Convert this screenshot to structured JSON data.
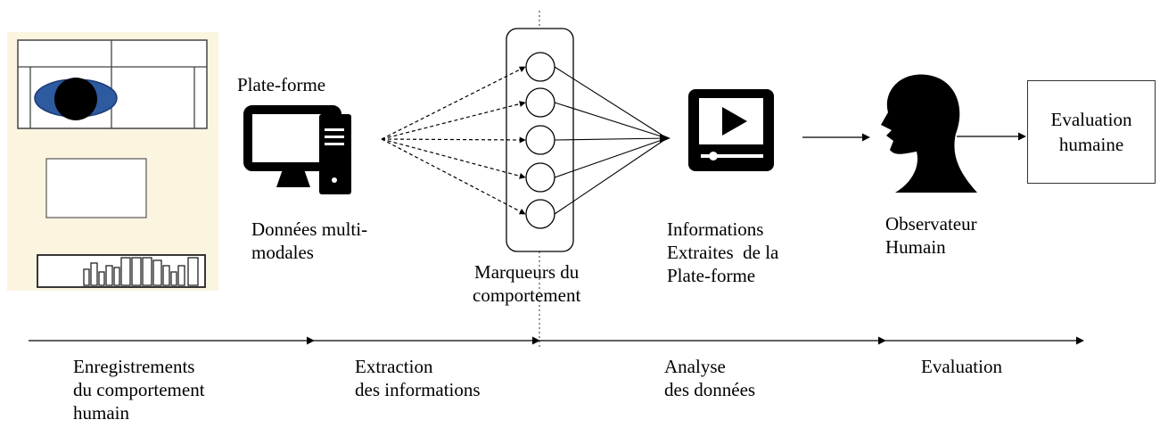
{
  "labels": {
    "platform_title": "Plate-forme",
    "multimodal": "Données multi-\nmodales",
    "markers": "Marqueurs du\ncomportement",
    "extracted": "Informations\nExtraites  de la\nPlate-forme",
    "observer": "Observateur\nHumain",
    "human_evaluation": "Evaluation\nhumaine"
  },
  "timeline": {
    "stages": [
      "Enregistrements\ndu comportement\nhumain",
      "Extraction\ndes informations",
      "Analyse\ndes données",
      "Evaluation"
    ]
  },
  "colors": {
    "room_background": "#fbf5e0",
    "ellipse_fill": "#2e5aa0",
    "ellipse_stroke": "#1b3a75",
    "ink": "#000000"
  }
}
